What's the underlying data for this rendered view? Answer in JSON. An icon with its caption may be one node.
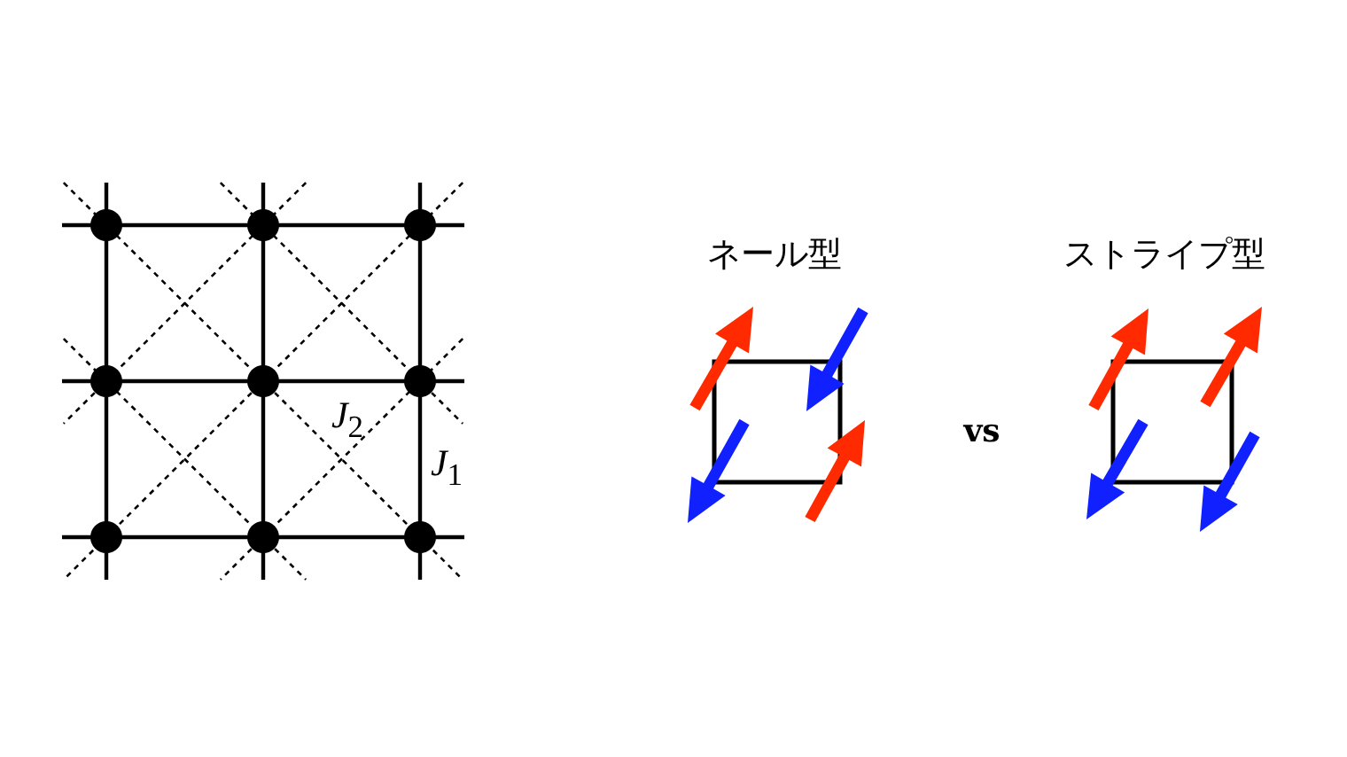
{
  "diagram": {
    "labels": [
      "ネール型",
      "ストライプ型",
      "*J*$_{2}$",
      "vs",
      "*J*$_{1}$"
    ]
  }
}
